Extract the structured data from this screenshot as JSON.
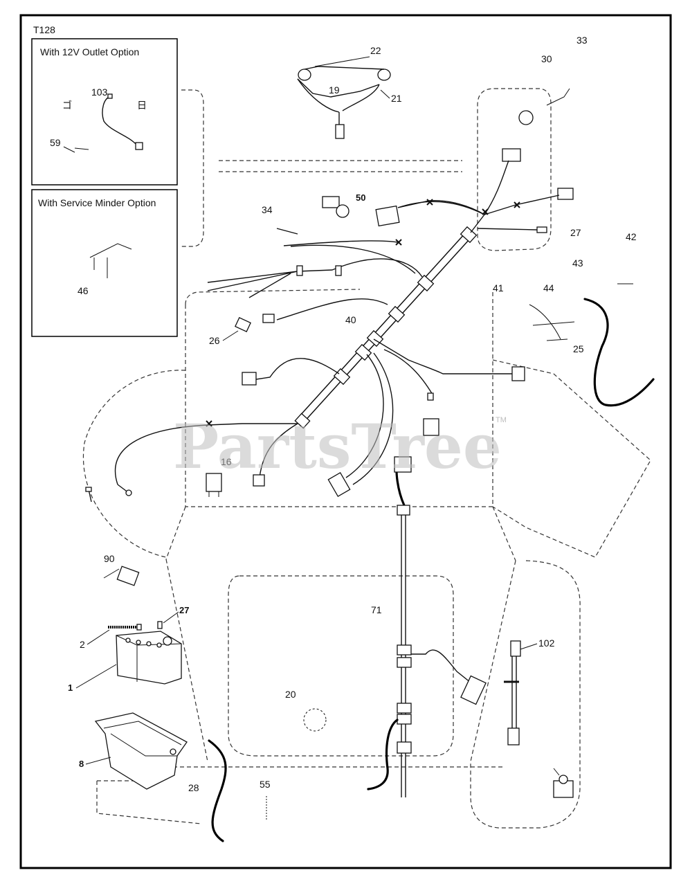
{
  "diagram_code": "T128",
  "insets": {
    "outlet_option_title": "With 12V Outlet Option",
    "minder_option_title": "With Service Minder Option"
  },
  "watermark": {
    "text": "PartsTree",
    "trademark": "TM"
  },
  "callouts": {
    "c103": "103",
    "c59": "59",
    "c46": "46",
    "c22": "22",
    "c19": "19",
    "c21": "21",
    "c33": "33",
    "c30": "30",
    "c50": "50",
    "c34": "34",
    "c27a": "27",
    "c42": "42",
    "c43": "43",
    "c41": "41",
    "c44": "44",
    "c40": "40",
    "c26": "26",
    "c25": "25",
    "c16": "16",
    "c90": "90",
    "c27b": "27",
    "c2": "2",
    "c1": "1",
    "c8": "8",
    "c71": "71",
    "c102": "102",
    "c20": "20",
    "c28": "28",
    "c55": "55"
  }
}
